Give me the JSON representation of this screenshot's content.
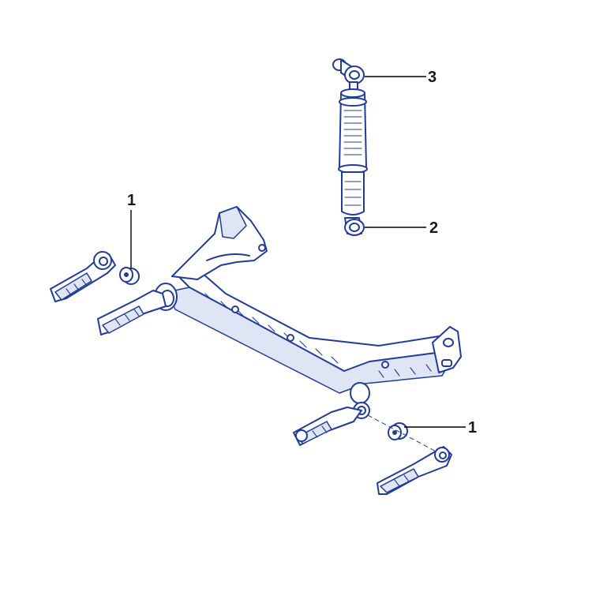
{
  "diagram": {
    "colors": {
      "ink": "#1f3c9a",
      "leader": "#000000",
      "label": "#1a1a1a",
      "background": "#ffffff"
    },
    "callouts": [
      {
        "id": "bushing-left",
        "label": "1"
      },
      {
        "id": "bushing-right",
        "label": "1"
      },
      {
        "id": "shock-lower-eye",
        "label": "2"
      },
      {
        "id": "shock-upper-eye",
        "label": "3"
      }
    ]
  }
}
